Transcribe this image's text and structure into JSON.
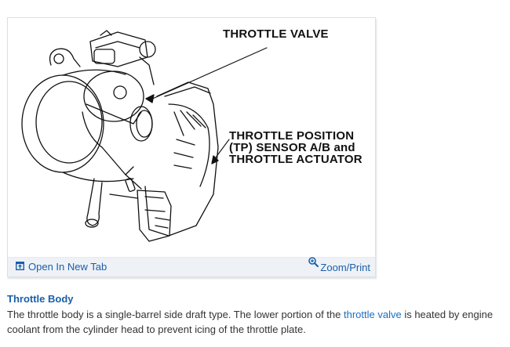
{
  "figure": {
    "labels": {
      "throttle_valve": "THROTTLE VALVE",
      "tp_line1": "THROTTLE POSITION",
      "tp_line2": "(TP) SENSOR A/B and",
      "tp_line3": "THROTTLE ACTUATOR"
    },
    "footer": {
      "open_new_tab": "Open In New Tab",
      "open_new_tab_icon": "open-external-icon",
      "zoom_print": "Zoom/Print",
      "zoom_print_icon": "magnifier-plus-icon"
    }
  },
  "section": {
    "title": "Throttle Body",
    "body_before_link": "The throttle body is a single-barrel side draft type. The lower portion of the ",
    "link_text": "throttle valve",
    "body_after_link": " is heated by engine coolant from the cylinder head to prevent icing of the throttle plate."
  },
  "colors": {
    "link": "#1a5fa8",
    "text": "#333333",
    "footer_bg": "#eef2f7"
  }
}
